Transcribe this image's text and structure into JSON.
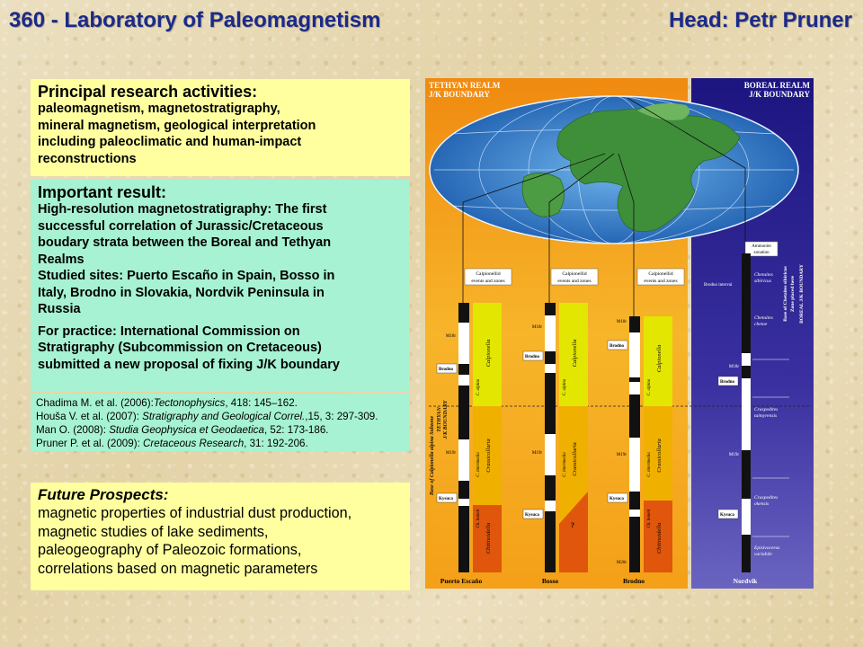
{
  "header": {
    "title": "360 - Laboratory of Paleomagnetism",
    "head": "Head: Petr Pruner"
  },
  "research": {
    "heading": "Principal research activities:",
    "lines": [
      "paleomagnetism, magnetostratigraphy,",
      "mineral magnetism, geological interpretation",
      "including paleoclimatic and human-impact",
      "reconstructions"
    ]
  },
  "result": {
    "heading": "Important result:",
    "lines": [
      "High-resolution magnetostratigraphy: The first",
      "successful correlation of Jurassic/Cretaceous",
      "boudary strata between the Boreal and Tethyan",
      "Realms",
      "Studied sites: Puerto Escaño in Spain, Bosso in",
      "Italy, Brodno in Slovakia, Nordvik Peninsula in",
      "Russia"
    ],
    "practice_lines": [
      "For practice: International Commission on",
      "Stratigraphy (Subcommission on Cretaceous)",
      "submitted a new proposal of fixing J/K boundary"
    ]
  },
  "references": [
    {
      "authors": "Chadima M. et al. (2006):",
      "journal": "Tectonophysics",
      "rest": ", 418: 145–162."
    },
    {
      "authors": "Houša V. et al. (2007): ",
      "journal": "Stratigraphy and Geological Correl.",
      "rest": ",15, 3: 297-309."
    },
    {
      "authors": "Man O. (2008): ",
      "journal": "Studia Geophysica et Geodaetica",
      "rest": ", 52: 173-186."
    },
    {
      "authors": "Pruner P. et al. (2009): ",
      "journal": "Cretaceous Research",
      "rest": ", 31: 192-206."
    }
  ],
  "future": {
    "heading": "Future Prospects:",
    "lines": [
      "magnetic properties of industrial dust production,",
      "magnetic studies of lake sediments,",
      "paleogeography of Paleozoic formations,",
      "correlations based on magnetic parameters"
    ]
  },
  "figure": {
    "tethyan_title": [
      "TETHYAN REALM",
      "J/K BOUNDARY"
    ],
    "boreal_title": [
      "BOREAL REALM",
      "J/K BOUNDARY"
    ],
    "calp_label": [
      "Calpionellid",
      "events and zones"
    ],
    "ammonite_label": [
      "Ammonite",
      "zonation"
    ],
    "tethyan_boundary_label": [
      "Base of Calpionella alpina Subzone",
      "TETHYAN",
      "J/K BOUNDARY"
    ],
    "boreal_boundary_label": [
      "Base of Chetaites sibiricus",
      "Zone placed here",
      "BOREAL J/K BOUNDARY"
    ],
    "zones": {
      "calpionella": "Calpionella",
      "crassicollaria": "Crassicollaria",
      "chitinoidella": "Chitinoidella",
      "alpina": "C. alpina",
      "intermedia": "C. intermedia",
      "colomi": "Ch. boneti"
    },
    "markers": {
      "m18r": "M18r",
      "m19r": "M19r",
      "m20r": "M20r",
      "brodno": "Brodno",
      "kysuca": "Kysuca",
      "question": "?",
      "brodno_interval": "Brodno interval"
    },
    "boreal_zones": {
      "sibiricus": [
        "Chetaites",
        "sibiricus"
      ],
      "chetae": [
        "Chetaites",
        "chetae"
      ],
      "taimyrensis": [
        "Craspedites",
        "taimyrensis"
      ],
      "okensis": [
        "Craspedites",
        "okensis"
      ],
      "variabilis": [
        "Episivoceras",
        "variabile"
      ]
    },
    "sections": [
      "Puerto Escaño",
      "Bosso",
      "Brodno",
      "Nordvik"
    ],
    "colors": {
      "tethyan_bg": "#f5a418",
      "boreal_bg": "#2a1f8a",
      "ocean": "#2f77c9",
      "land": "#3f8f3a",
      "calpionella_zone": "#e3e600",
      "crassicollaria_zone": "#f0b000",
      "chitinoidella_zone": "#e0560c"
    }
  }
}
